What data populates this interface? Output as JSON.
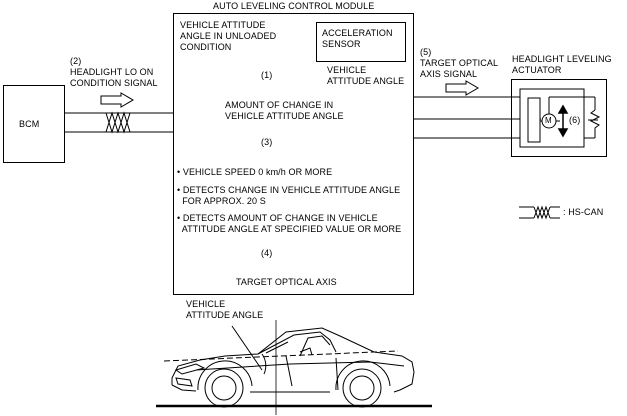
{
  "module": {
    "title": "AUTO LEVELING CONTROL MODULE",
    "attitude_unloaded": [
      "VEHICLE ATTITUDE",
      "ANGLE IN UNLOADED",
      "CONDITION"
    ],
    "sensor": [
      "ACCELERATION",
      "SENSOR"
    ],
    "sensor_output": [
      "VEHICLE",
      "ATTITUDE ANGLE"
    ]
  },
  "steps": {
    "s1": "(1)",
    "s1_result": [
      "AMOUNT OF CHANGE IN",
      "VEHICLE ATTITUDE ANGLE"
    ],
    "s3": "(3)",
    "conditions": [
      [
        "• VEHICLE SPEED 0 km/h OR MORE"
      ],
      [
        "• DETECTS CHANGE IN VEHICLE ATTITUDE ANGLE",
        "  FOR APPROX. 20 S"
      ],
      [
        "• DETECTS AMOUNT OF CHANGE IN VEHICLE",
        "  ATTITUDE ANGLE AT SPECIFIED VALUE OR MORE"
      ]
    ],
    "s4": "(4)",
    "s4_result": "TARGET OPTICAL AXIS"
  },
  "bcm": {
    "label": "BCM"
  },
  "signal_in": {
    "number": "(2)",
    "lines": [
      "HEADLIGHT LO ON",
      "CONDITION SIGNAL"
    ]
  },
  "signal_out": {
    "number": "(5)",
    "lines": [
      "TARGET OPTICAL",
      "AXIS SIGNAL"
    ]
  },
  "actuator": {
    "lines": [
      "HEADLIGHT LEVELING",
      "ACTUATOR"
    ],
    "motor": "M",
    "number": "(6)"
  },
  "legend": {
    "label": ": HS-CAN"
  },
  "vehicle": {
    "lines": [
      "VEHICLE",
      "ATTITUDE ANGLE"
    ]
  }
}
